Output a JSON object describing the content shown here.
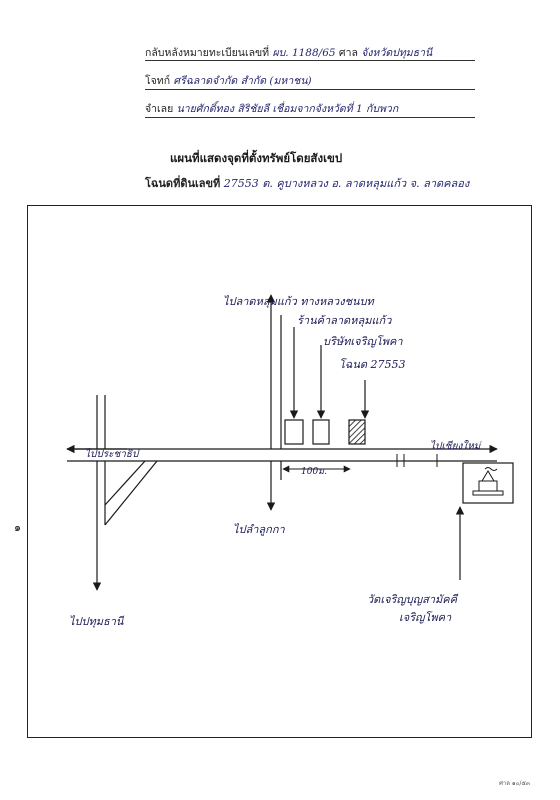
{
  "header": {
    "line1": {
      "label": "กลับหลังหมายทะเบียนเลขที่",
      "value": "ผบ. 1188/65",
      "label2": "ศาล",
      "value2": "จังหวัดปทุมธานี"
    },
    "line2": {
      "label": "โจทก์",
      "value": "ศรีฉลาดจำกัด สำกัด (มหาชน)"
    },
    "line3": {
      "label": "จำเลย",
      "value": "นายศักดิ์ทอง สิริชัยลี เชื่อมจากจังหวัดที่ 1 กับพวก"
    },
    "title": "แผนที่แสดงจุดที่ตั้งทรัพย์โดยสังเขป",
    "deed": {
      "label": "โฉนดที่ดินเลขที่",
      "number": "27553",
      "subdistrict": "ต. คูบางหลวง",
      "district": "อ. ลาดหลุมแก้ว",
      "province": "จ. ลาดคลอง"
    }
  },
  "map": {
    "to_north_top": "ไปลาดหลุมแก้ว ทางหลวงชนบท",
    "shop_label": "ร้านค้าลาดหลุมแก้ว",
    "company_label": "บริษัทเจริญโพคา",
    "plot_label": "โฉนด 27553",
    "road_left": "ไปประชาธิป",
    "road_right": "ไปเชียงใหม่",
    "distance": "100ม.",
    "to_south": "ไปลำลูกกา",
    "to_southwest": "ไปปทุมธานี",
    "landmark_line1": "วัดเจริญบุญสามัคคี",
    "landmark_line2": "เจริญโพคา"
  },
  "side_mark": "๑",
  "footer": "ศาล ๑๐/๕๓"
}
